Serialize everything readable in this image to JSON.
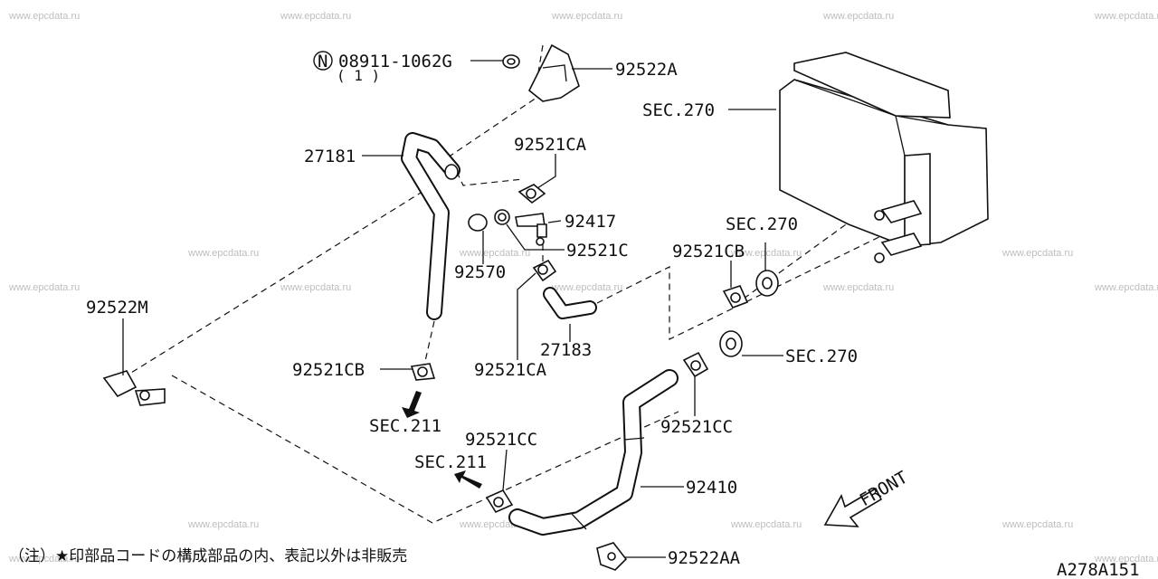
{
  "watermark": "www.epcdata.ru",
  "diagram_code": "A278A151",
  "footnote": "（注）★印部品コードの構成部品の内、表記以外は非販売",
  "front_label": "FRONT",
  "nut_symbol": "N",
  "labels": {
    "nut_part": "08911-1062G",
    "nut_qty": "( 1 )",
    "bracket_top": "92522A",
    "sec270_a": "SEC.270",
    "hose_upper": "27181",
    "clamp_ca_top": "92521CA",
    "connector": "92417",
    "clamp_c": "92521C",
    "cap": "92570",
    "clamp_cb_right": "92521CB",
    "sec270_b": "SEC.270",
    "bracket_m": "92522M",
    "hose_small": "27183",
    "clamp_cb_left": "92521CB",
    "clamp_ca_bottom": "92521CA",
    "sec211_a": "SEC.211",
    "sec270_c": "SEC.270",
    "clamp_cc_right": "92521CC",
    "clamp_cc_left": "92521CC",
    "sec211_b": "SEC.211",
    "hose_lower": "92410",
    "bracket_aa": "92522AA"
  }
}
